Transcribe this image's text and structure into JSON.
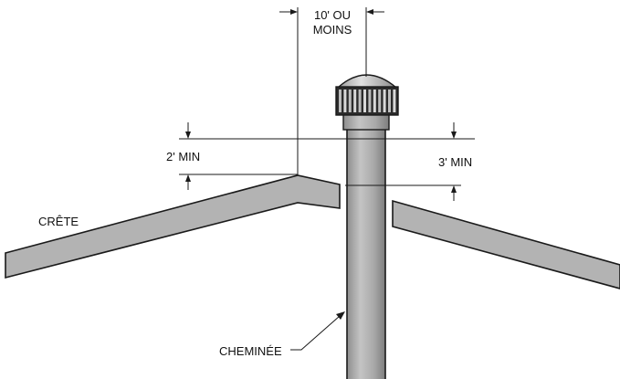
{
  "labels": {
    "spacing_line1": "10' OU",
    "spacing_line2": "MOINS",
    "min_above_ridge": "2' MIN",
    "min_above_roof": "3' MIN",
    "ridge": "CRÊTE",
    "chimney": "CHEMINÉE"
  },
  "colors": {
    "roof_fill": "#b3b3b3",
    "pipe_fill": "#a6a6a6",
    "cap_fill": "#c9c9c9",
    "stroke": "#1a1a1a"
  }
}
